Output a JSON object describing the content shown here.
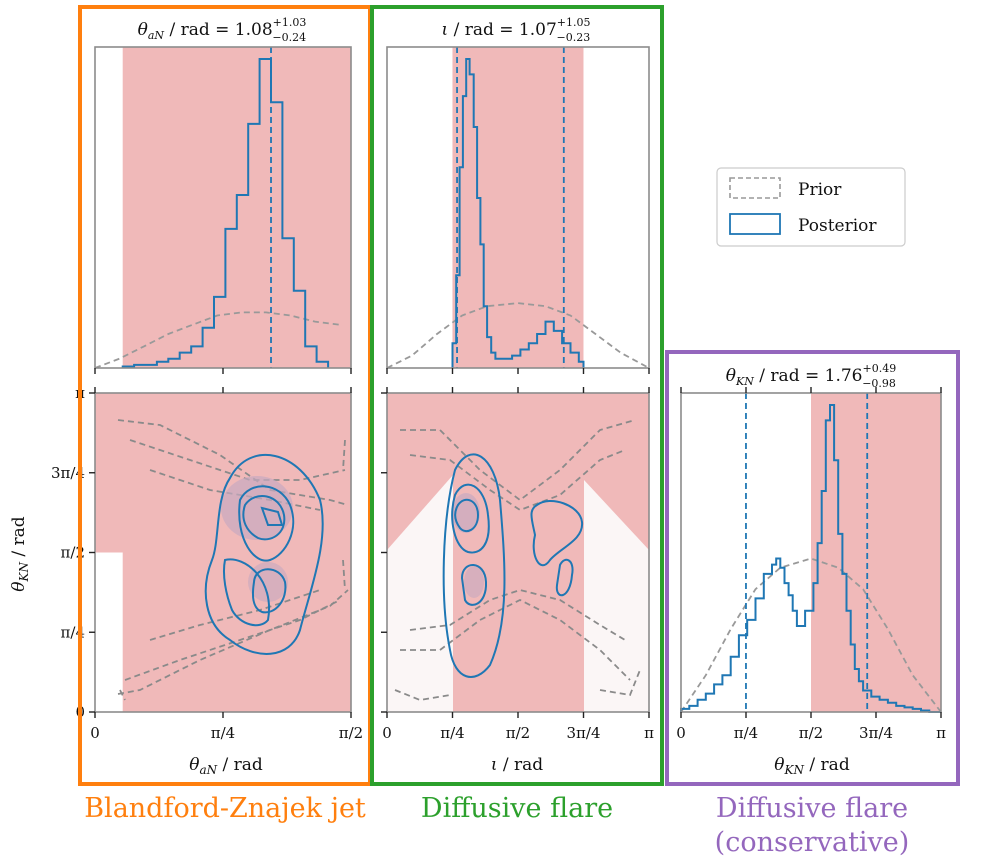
{
  "colors": {
    "orange": "#ff7f0e",
    "green": "#2ca02c",
    "purple": "#9467bd",
    "posterior": "#1f77b4",
    "prior": "#999999",
    "band": "#f0b9b9"
  },
  "legend": {
    "prior": "Prior",
    "posterior": "Posterior"
  },
  "captions": {
    "bz": "Blandford-Znajek jet",
    "flare": "Diffusive flare",
    "cons1": "Diffusive flare",
    "cons2": "(conservative)"
  },
  "chart_data": [
    {
      "type": "histogram",
      "panel": "theta_aN marginal",
      "title_lhs": "θ",
      "title_sub": "aN",
      "title_mid": " / rad = 1.08",
      "title_sup": "+1.03",
      "title_low": "−0.24",
      "xlim": [
        0,
        1.5708
      ],
      "band": [
        0.17,
        1.5708
      ],
      "dashed_x": [
        1.08
      ],
      "bin_edges": [
        0.17,
        0.24,
        0.31,
        0.38,
        0.45,
        0.52,
        0.59,
        0.66,
        0.73,
        0.8,
        0.87,
        0.94,
        1.01,
        1.08,
        1.15,
        1.22,
        1.29,
        1.36,
        1.43
      ],
      "posterior_counts": [
        0.005,
        0.01,
        0.01,
        0.02,
        0.03,
        0.05,
        0.07,
        0.13,
        0.23,
        0.45,
        0.56,
        0.79,
        1.0,
        0.86,
        0.42,
        0.25,
        0.07,
        0.02
      ],
      "prior": [
        [
          0.0,
          0.0
        ],
        [
          0.15,
          0.03
        ],
        [
          0.3,
          0.07
        ],
        [
          0.45,
          0.11
        ],
        [
          0.6,
          0.14
        ],
        [
          0.75,
          0.17
        ],
        [
          0.9,
          0.18
        ],
        [
          1.05,
          0.18
        ],
        [
          1.2,
          0.17
        ],
        [
          1.35,
          0.15
        ],
        [
          1.5,
          0.14
        ]
      ]
    },
    {
      "type": "histogram",
      "panel": "iota marginal",
      "title_lhs": "ι",
      "title_sub": "",
      "title_mid": " / rad = 1.07",
      "title_sup": "+1.05",
      "title_low": "−0.23",
      "xlim": [
        0,
        3.1416
      ],
      "band": [
        0.785,
        2.356
      ],
      "dashed_x": [
        0.84,
        2.12
      ],
      "bin_edges": [
        0.785,
        0.83,
        0.87,
        0.91,
        0.95,
        0.99,
        1.04,
        1.08,
        1.12,
        1.16,
        1.2,
        1.25,
        1.3,
        1.4,
        1.5,
        1.6,
        1.7,
        1.8,
        1.9,
        2.0,
        2.1,
        2.2,
        2.3,
        2.356
      ],
      "posterior_counts": [
        0.08,
        0.3,
        0.65,
        0.88,
        1.0,
        0.95,
        0.78,
        0.55,
        0.4,
        0.2,
        0.1,
        0.05,
        0.03,
        0.03,
        0.04,
        0.06,
        0.08,
        0.11,
        0.15,
        0.12,
        0.08,
        0.05,
        0.02
      ],
      "prior": [
        [
          0.0,
          0.0
        ],
        [
          0.3,
          0.04
        ],
        [
          0.6,
          0.11
        ],
        [
          0.9,
          0.17
        ],
        [
          1.2,
          0.2
        ],
        [
          1.57,
          0.21
        ],
        [
          1.9,
          0.2
        ],
        [
          2.2,
          0.17
        ],
        [
          2.5,
          0.11
        ],
        [
          2.8,
          0.05
        ],
        [
          3.1416,
          0.0
        ]
      ]
    },
    {
      "type": "contour",
      "panel": "theta_aN vs theta_KN",
      "xlabel_sym": "θ",
      "xlabel_sub": "aN",
      "xlabel_rest": " / rad",
      "ylabel": "θ_KN / rad",
      "xlim": [
        0,
        1.5708
      ],
      "ylim": [
        0,
        3.1416
      ],
      "xticks": [
        "0",
        "π/4",
        "π/2"
      ],
      "yticks": [
        "0",
        "π/4",
        "π/2",
        "3π/4",
        "π"
      ],
      "posterior_peaks": [
        [
          1.08,
          1.94
        ],
        [
          1.05,
          1.16
        ]
      ],
      "prior_contour_levels": 3,
      "posterior_contour_levels": 3
    },
    {
      "type": "contour",
      "panel": "iota vs theta_KN",
      "xlabel_sym": "ι",
      "xlabel_sub": "",
      "xlabel_rest": " / rad",
      "xlim": [
        0,
        3.1416
      ],
      "ylim": [
        0,
        3.1416
      ],
      "xticks": [
        "0",
        "π/4",
        "π/2",
        "3π/4",
        "π"
      ],
      "posterior_peaks": [
        [
          1.0,
          1.92
        ],
        [
          1.0,
          1.25
        ],
        [
          2.1,
          1.8
        ]
      ],
      "prior_contour_levels": 3,
      "posterior_contour_levels": 2
    },
    {
      "type": "histogram",
      "panel": "theta_KN marginal",
      "title_lhs": "θ",
      "title_sub": "KN",
      "title_mid": " / rad = 1.76",
      "title_sup": "+0.49",
      "title_low": "−0.98",
      "xlabel_sym": "θ",
      "xlabel_sub": "KN",
      "xlabel_rest": " / rad",
      "xlim": [
        0,
        3.1416
      ],
      "xticks": [
        "0",
        "π/4",
        "π/2",
        "3π/4",
        "π"
      ],
      "band": [
        1.5708,
        3.1416
      ],
      "dashed_x": [
        0.785,
        2.25
      ],
      "bin_edges": [
        0.0,
        0.1,
        0.2,
        0.3,
        0.4,
        0.5,
        0.6,
        0.7,
        0.8,
        0.9,
        1.0,
        1.1,
        1.15,
        1.2,
        1.25,
        1.3,
        1.35,
        1.4,
        1.5,
        1.6,
        1.65,
        1.7,
        1.75,
        1.8,
        1.85,
        1.9,
        1.95,
        2.0,
        2.05,
        2.1,
        2.15,
        2.2,
        2.3,
        2.4,
        2.5,
        2.6,
        2.7,
        2.8,
        2.9,
        3.0,
        3.1416
      ],
      "posterior_counts": [
        0.01,
        0.02,
        0.04,
        0.06,
        0.09,
        0.12,
        0.18,
        0.25,
        0.3,
        0.37,
        0.45,
        0.48,
        0.5,
        0.47,
        0.42,
        0.38,
        0.33,
        0.28,
        0.33,
        0.42,
        0.55,
        0.72,
        0.95,
        1.0,
        0.82,
        0.58,
        0.45,
        0.33,
        0.22,
        0.14,
        0.1,
        0.07,
        0.05,
        0.04,
        0.03,
        0.02,
        0.015,
        0.01,
        0.005,
        0.0
      ],
      "prior": [
        [
          0.0,
          0.0
        ],
        [
          0.3,
          0.12
        ],
        [
          0.6,
          0.27
        ],
        [
          0.9,
          0.4
        ],
        [
          1.2,
          0.47
        ],
        [
          1.57,
          0.5
        ],
        [
          1.9,
          0.47
        ],
        [
          2.2,
          0.4
        ],
        [
          2.5,
          0.27
        ],
        [
          2.8,
          0.12
        ],
        [
          3.1416,
          0.0
        ]
      ]
    }
  ]
}
